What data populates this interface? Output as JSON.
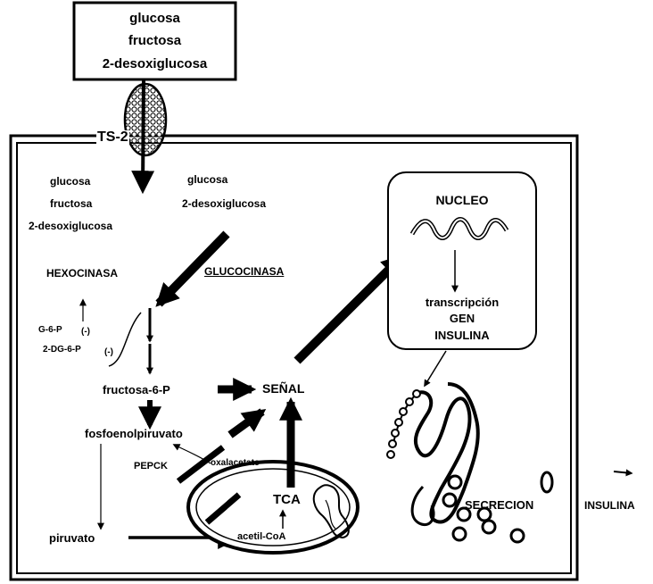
{
  "top_box": {
    "line1": "glucosa",
    "line2": "fructosa",
    "line3": "2-desoxiglucosa"
  },
  "transporter": "TS-2",
  "inside_left": {
    "line1": "glucosa",
    "line2": "fructosa",
    "line3": "2-desoxiglucosa"
  },
  "inside_right": {
    "line1": "glucosa",
    "line2": "2-desoxiglucosa"
  },
  "enzymes": {
    "hexocinasa": "HEXOCINASA",
    "glucocinasa": "GLUCOCINASA",
    "pepck": "PEPCK"
  },
  "inhibitors": {
    "g6p": "G-6-P",
    "g6p_sign": "(-)",
    "dg6p": "2-DG-6-P",
    "dg6p_sign": "(-)"
  },
  "metabolites": {
    "fructosa6p": "fructosa-6-P",
    "fosfoenolpiruvato": "fosfoenolpiruvato",
    "oxalacetato": "oxalacetato",
    "piruvato": "piruvato",
    "acetilcoa": "acetil-CoA",
    "tca": "TCA"
  },
  "senal": "SEÑAL",
  "nucleo": {
    "title": "NUCLEO",
    "line1": "transcripción",
    "line2": "GEN",
    "line3": "INSULINA"
  },
  "secrecion": "SECRECION",
  "insulina": "INSULINA"
}
